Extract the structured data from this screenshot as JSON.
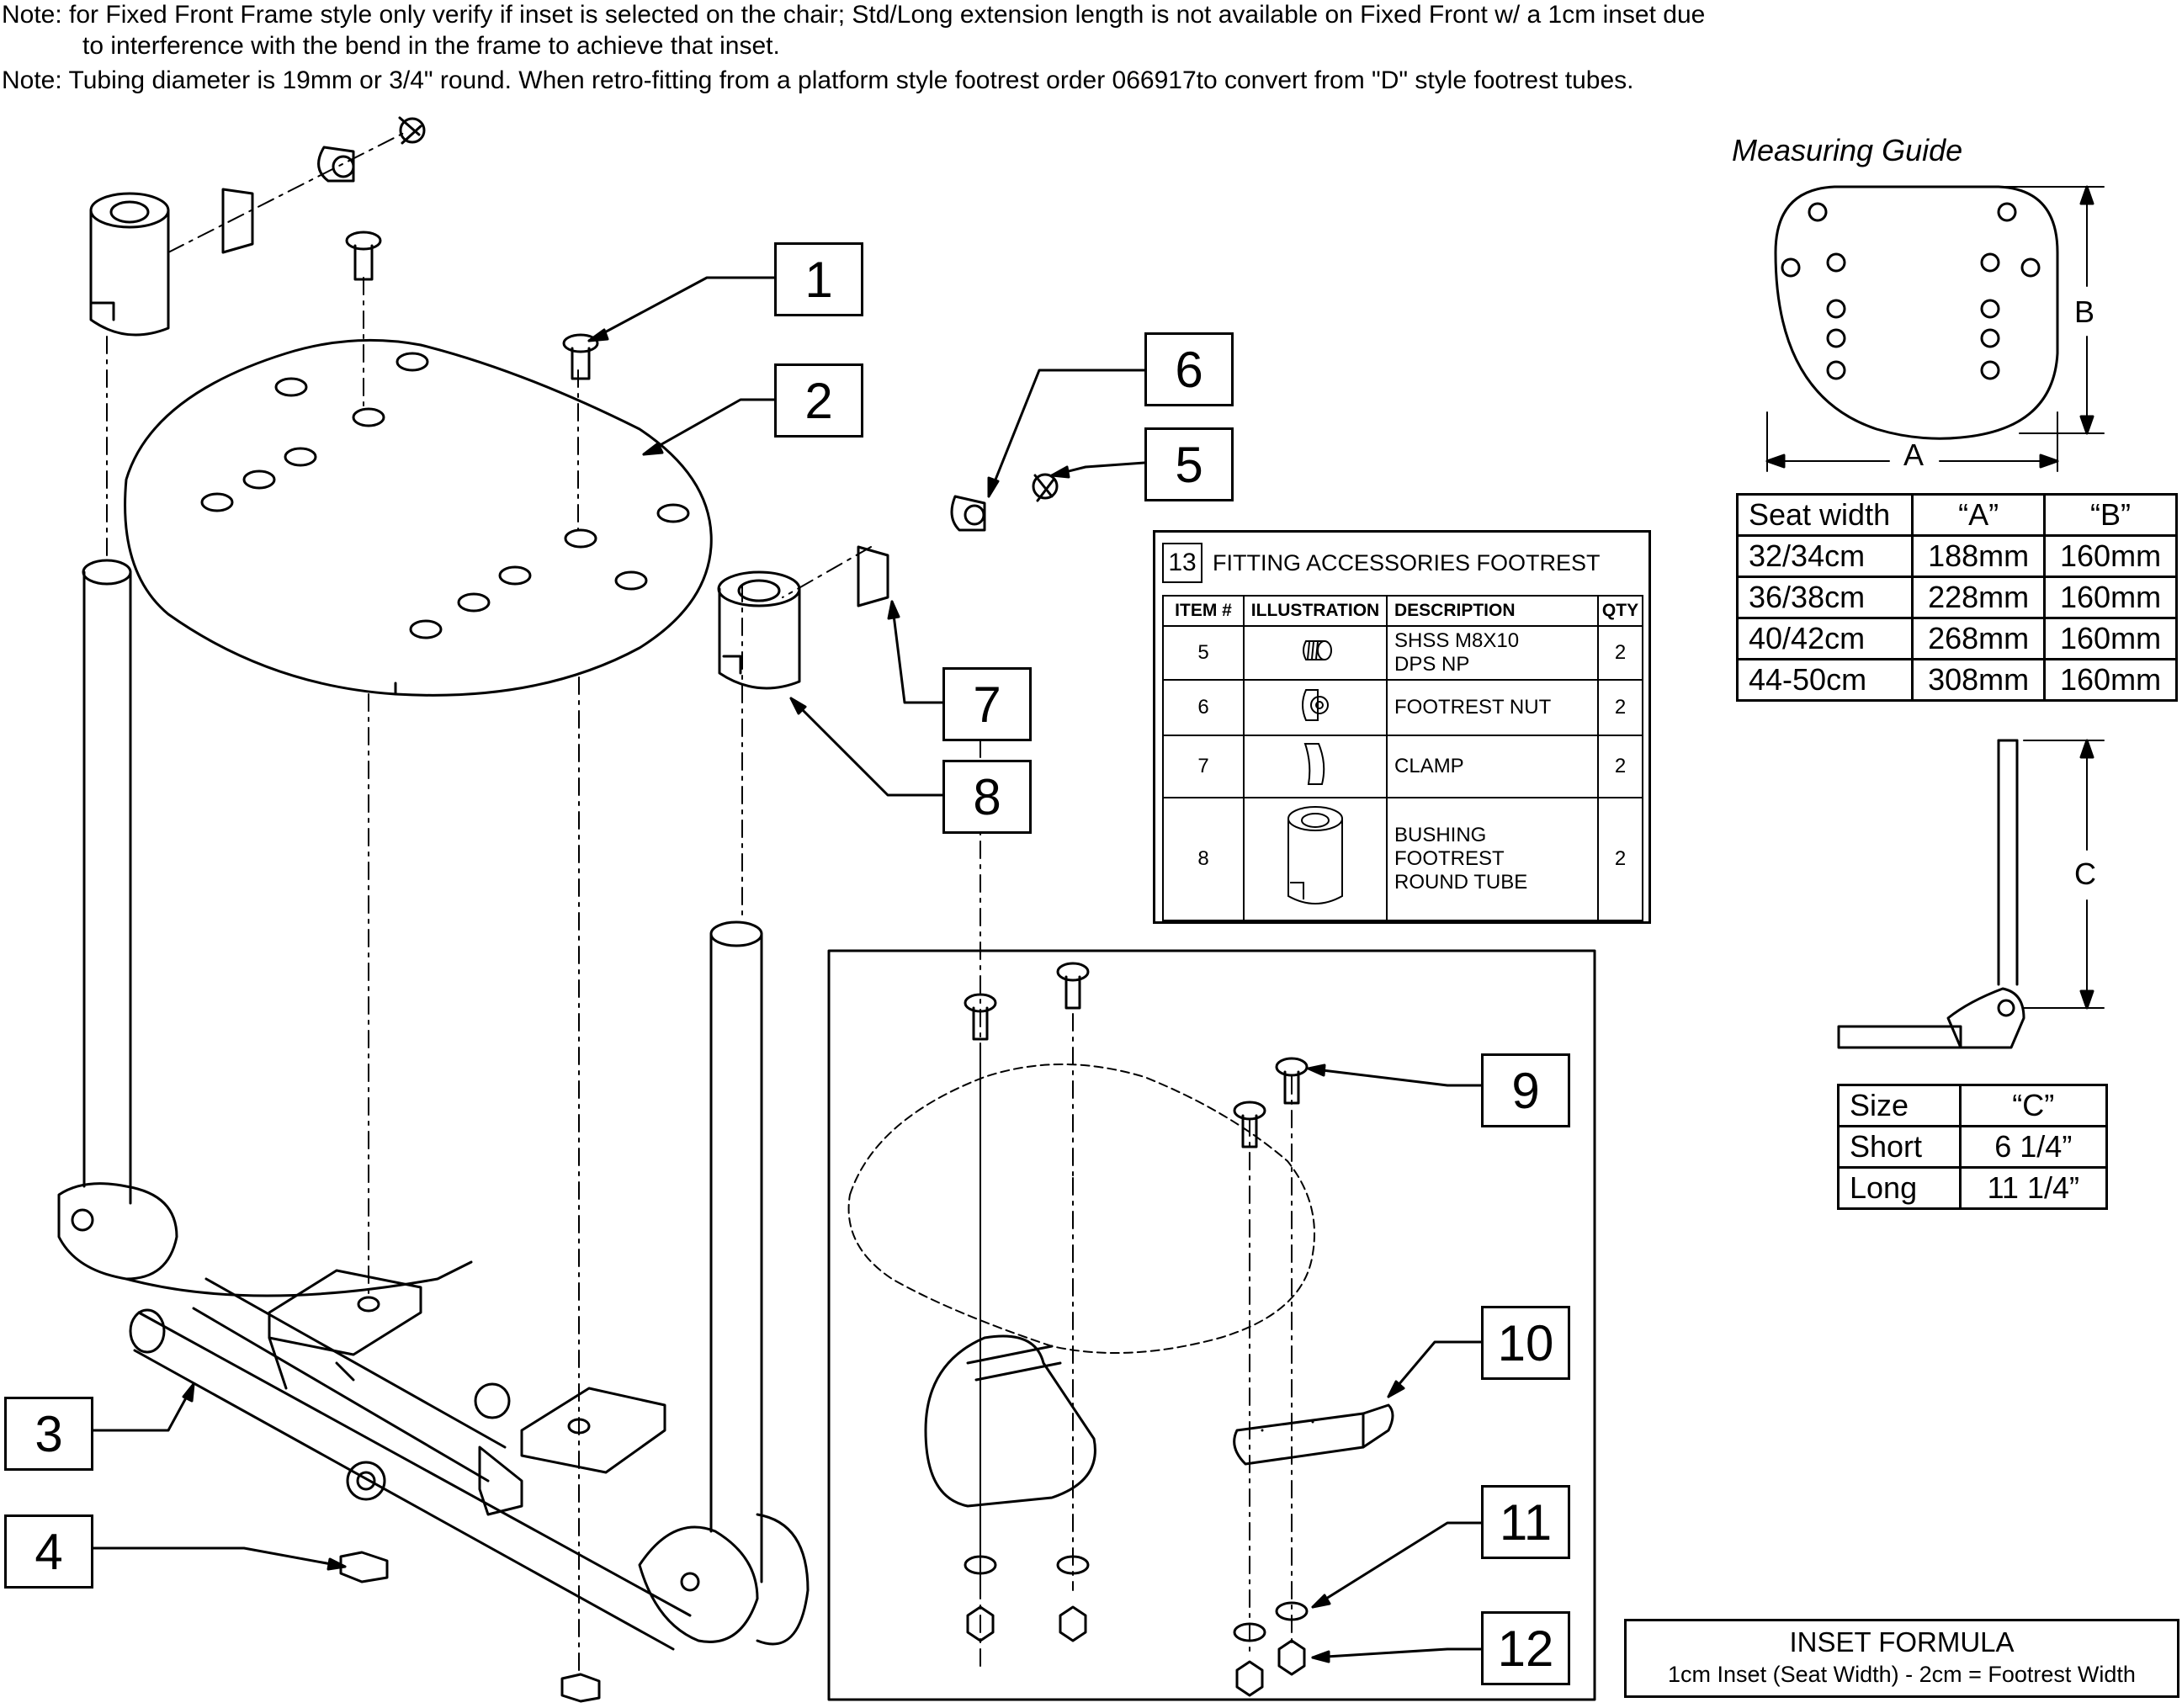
{
  "notes": {
    "line1": "Note: for Fixed Front Frame style only verify if inset is selected on the chair; Std/Long extension length is not available on Fixed Front w/ a 1cm inset due",
    "line2": "to interference with the bend in the frame to achieve that inset.",
    "line3": "Note: Tubing diameter is 19mm or 3/4\" round. When retro-fitting from a platform style footrest order 066917to convert from \"D\" style footrest tubes."
  },
  "callouts": [
    "1",
    "2",
    "3",
    "4",
    "5",
    "6",
    "7",
    "8",
    "9",
    "10",
    "11",
    "12"
  ],
  "measuring_guide": {
    "title": "Measuring Guide",
    "label_a": "A",
    "label_b": "B",
    "label_c": "C",
    "seat_table": {
      "headers": [
        "Seat width",
        "“A”",
        "“B”"
      ],
      "rows": [
        [
          "32/34cm",
          "188mm",
          "160mm"
        ],
        [
          "36/38cm",
          "228mm",
          "160mm"
        ],
        [
          "40/42cm",
          "268mm",
          "160mm"
        ],
        [
          "44-50cm",
          "308mm",
          "160mm"
        ]
      ]
    },
    "size_table": {
      "headers": [
        "Size",
        "“C”"
      ],
      "rows": [
        [
          "Short",
          "6 1/4”"
        ],
        [
          "Long",
          "11 1/4”"
        ]
      ]
    }
  },
  "accessories": {
    "number": "13",
    "title": "FITTING ACCESSORIES FOOTREST",
    "headers": [
      "ITEM #",
      "ILLUSTRATION",
      "DESCRIPTION",
      "QTY"
    ],
    "rows": [
      {
        "item": "5",
        "icon": "set-screw-icon",
        "desc1": "SHSS M8X10",
        "desc2": "DPS NP",
        "desc3": "",
        "qty": "2"
      },
      {
        "item": "6",
        "icon": "footrest-nut-icon",
        "desc1": "FOOTREST NUT",
        "desc2": "",
        "desc3": "",
        "qty": "2"
      },
      {
        "item": "7",
        "icon": "clamp-icon",
        "desc1": "CLAMP",
        "desc2": "",
        "desc3": "",
        "qty": "2"
      },
      {
        "item": "8",
        "icon": "bushing-icon",
        "desc1": "BUSHING",
        "desc2": "FOOTREST",
        "desc3": "ROUND TUBE",
        "qty": "2"
      }
    ]
  },
  "inset_formula": {
    "title": "INSET FORMULA",
    "text": "1cm Inset (Seat Width) - 2cm = Footrest Width"
  }
}
